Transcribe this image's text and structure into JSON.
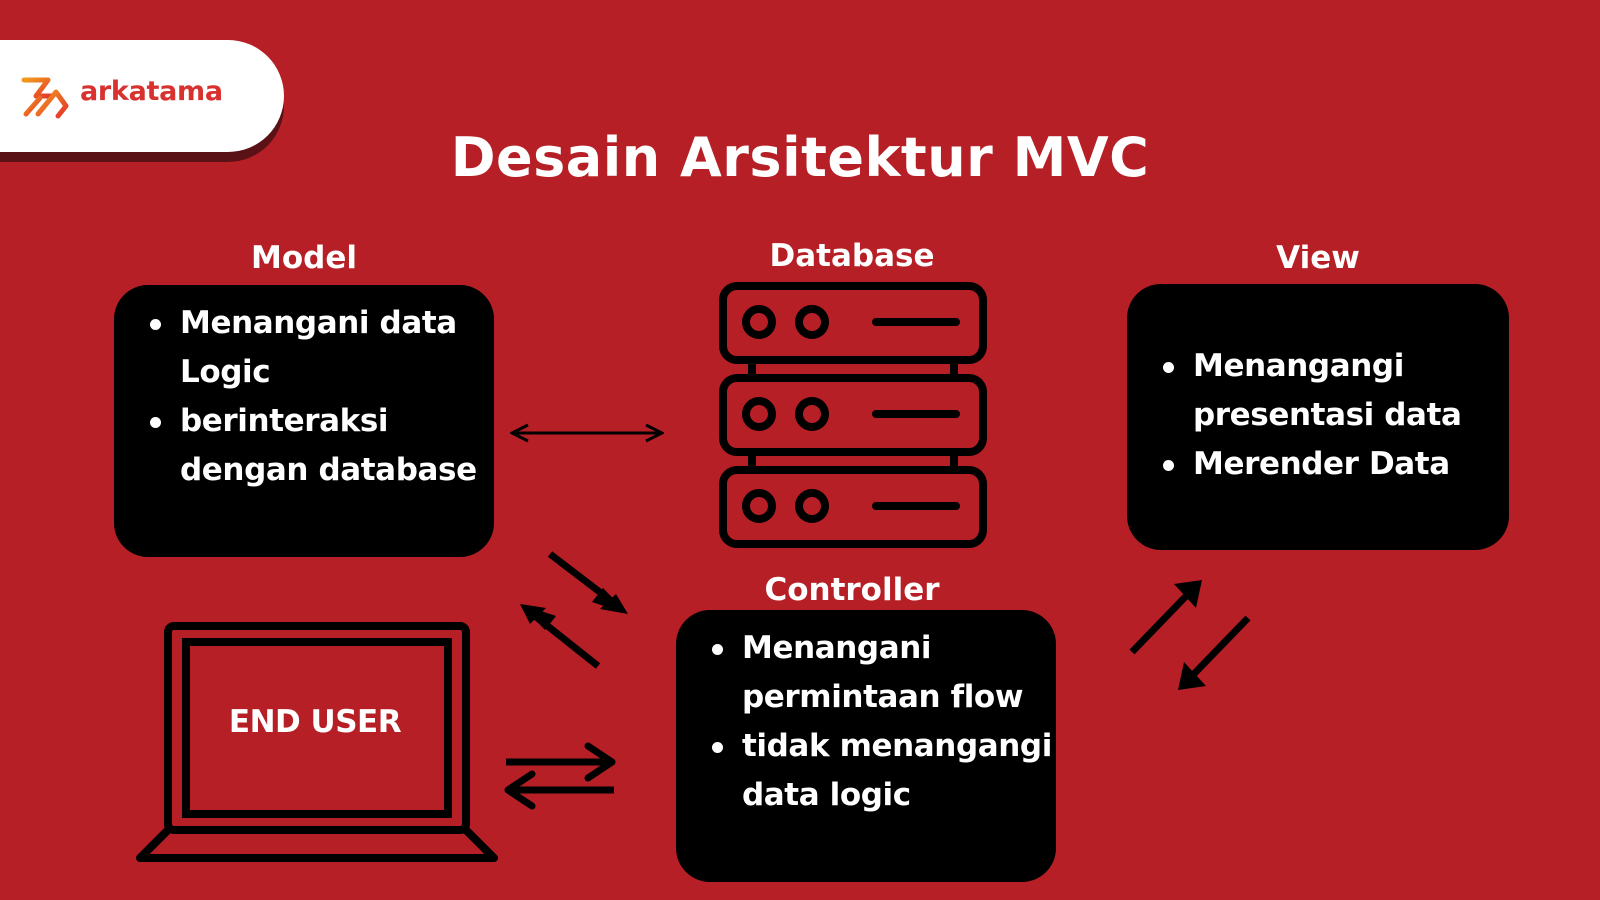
{
  "brand": {
    "name": "arkatama",
    "colors": {
      "background": "#b61f25",
      "box": "#000000",
      "logo": "#d8312e",
      "text": "#ffffff"
    }
  },
  "title": "Desain Arsitektur MVC",
  "model": {
    "label": "Model",
    "items": [
      "Menangani data Logic",
      "berinteraksi dengan database"
    ]
  },
  "database": {
    "label": "Database",
    "icon": "server-stack-icon"
  },
  "view": {
    "label": "View",
    "items": [
      "Menangangi presentasi data",
      "Merender Data"
    ]
  },
  "controller": {
    "label": "Controller",
    "items": [
      "Menangani permintaan flow",
      "tidak menangangi data logic"
    ]
  },
  "end_user": {
    "label": "END USER",
    "icon": "laptop-icon"
  },
  "connections": [
    {
      "from": "model",
      "to": "database",
      "style": "double-headed-arrow"
    },
    {
      "from": "model",
      "to": "controller",
      "style": "paired-arrows"
    },
    {
      "from": "controller",
      "to": "view",
      "style": "paired-arrows"
    },
    {
      "from": "end_user",
      "to": "controller",
      "style": "paired-arrows"
    }
  ]
}
